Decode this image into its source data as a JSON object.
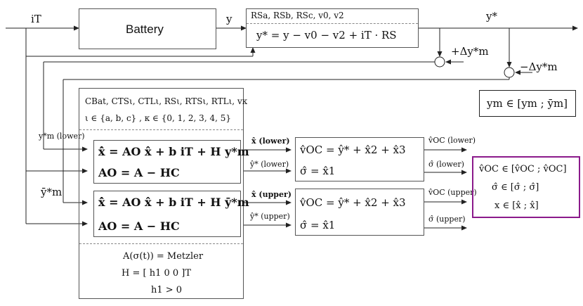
{
  "colors": {
    "line": "#222222",
    "box_border": "#555555",
    "output_box_border": "#8b1a8b"
  },
  "battery": {
    "label": "Battery"
  },
  "signals": {
    "input_current": "iT",
    "battery_output": "y",
    "corrected_output": "y*",
    "offset_plus": "+Δy*m",
    "offset_minus": "−Δy*m",
    "lower_bound_input": "y*m (lower)",
    "upper_bound_input": "ȳ*m"
  },
  "correction_block": {
    "params": "RSa, RSb, RSc, v0, v2",
    "equation": "y* = y − v0 − v2 + iT · RS"
  },
  "measurement_interval": "ym ∈ [ym ; ȳm]",
  "observer_block": {
    "params_line1": "CBat, CTSι, CTLι, RSι, RTSι, RTLι, vκ",
    "params_line2": "ι ∈ {a, b, c} ,   κ ∈ {0, 1, 2, 3, 4, 5}",
    "lower_eq1": "x̂̇ = AO x̂ + b iT + H y*m",
    "lower_eq2": "AO = A − HC",
    "upper_eq1": "x̂̇ = AO x̂ + b iT + H ȳ*m",
    "upper_eq2": "AO = A − HC",
    "metzler": "A(σ(t)) = Metzler",
    "h_matrix": "H = [ h1   0   0 ]T",
    "h_cond": "h1 > 0"
  },
  "arrows": {
    "lower_state": "x̂ (lower)",
    "lower_output": "ŷ* (lower)",
    "upper_state": "x̂ (upper)",
    "upper_output": "ŷ* (upper)",
    "lower_voc": "v̂OC (lower)",
    "lower_sigma": "σ̂ (lower)",
    "upper_voc": "v̂OC (upper)",
    "upper_sigma": "σ̂ (upper)"
  },
  "ocv_lower": {
    "eq_voc": "v̂OC = ŷ* + x̂2 + x̂3",
    "eq_sigma": "σ̂ = x̂1"
  },
  "ocv_upper": {
    "eq_voc": "v̂OC = ŷ* + x̂2 + x̂3",
    "eq_sigma": "σ̂ = x̂1"
  },
  "result_box": {
    "line1": "v̂OC ∈ [v̂OC ; v̂OC]",
    "line2": "σ̂ ∈ [σ̂ ; σ̂]",
    "line3": "x ∈ [x̂ ; x̂]"
  }
}
